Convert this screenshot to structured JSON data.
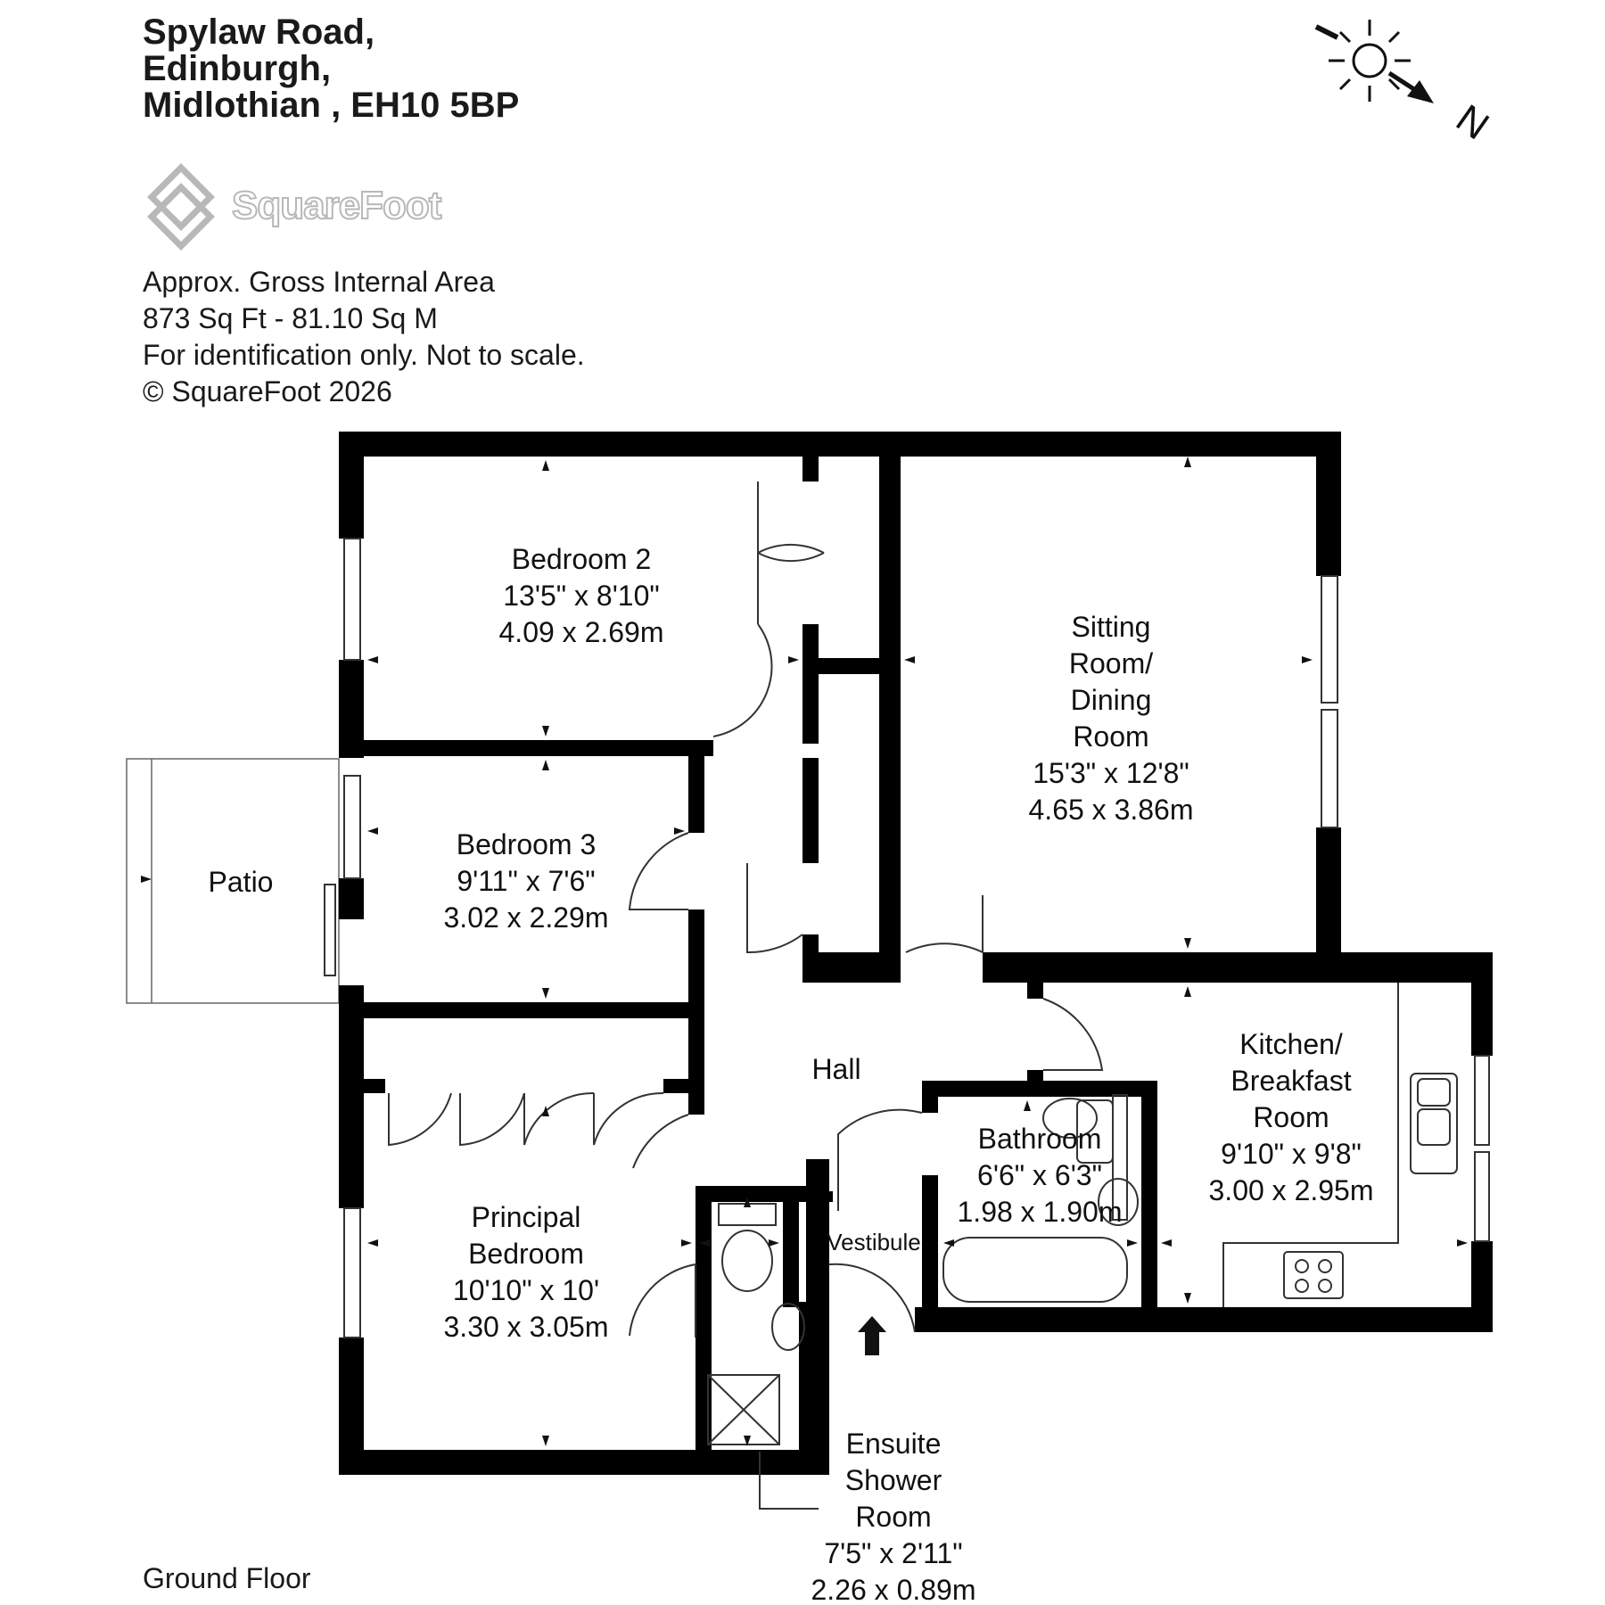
{
  "header": {
    "address_line1": "Spylaw Road,",
    "address_line2": "Edinburgh,",
    "address_line3": "Midlothian , EH10 5BP"
  },
  "brand": {
    "name": "SquareFoot"
  },
  "info": {
    "line1": "Approx. Gross Internal Area",
    "line2": "873 Sq Ft  -  81.10 Sq M",
    "line3": "For identification only. Not to scale.",
    "line4": "© SquareFoot 2026"
  },
  "compass": {
    "label": "N",
    "icon": "sun-north-arrow-icon"
  },
  "rooms": {
    "bedroom2": {
      "name": "Bedroom 2",
      "imperial": "13'5\" x 8'10\"",
      "metric": "4.09 x 2.69m"
    },
    "bedroom3": {
      "name": "Bedroom 3",
      "imperial": "9'11\" x 7'6\"",
      "metric": "3.02 x 2.29m"
    },
    "sitting": {
      "name1": "Sitting",
      "name2": "Room/",
      "name3": "Dining",
      "name4": "Room",
      "imperial": "15'3\" x 12'8\"",
      "metric": "4.65 x 3.86m"
    },
    "kitchen": {
      "name1": "Kitchen/",
      "name2": "Breakfast",
      "name3": "Room",
      "imperial": "9'10\" x 9'8\"",
      "metric": "3.00 x 2.95m"
    },
    "bathroom": {
      "name": "Bathroom",
      "imperial": "6'6\" x 6'3\"",
      "metric": "1.98 x 1.90m"
    },
    "principal": {
      "name1": "Principal",
      "name2": "Bedroom",
      "imperial": "10'10\" x 10'",
      "metric": "3.30 x 3.05m"
    },
    "ensuite": {
      "name1": "Ensuite",
      "name2": "Shower",
      "name3": "Room",
      "imperial": "7'5\" x 2'11\"",
      "metric": "2.26 x 0.89m"
    },
    "hall": {
      "name": "Hall"
    },
    "vestibule": {
      "name": "Vestibule"
    },
    "patio": {
      "name": "Patio"
    }
  },
  "floor": {
    "label": "Ground Floor"
  },
  "colors": {
    "wall": "#000000",
    "line": "#333333",
    "logo": "#b8b8b8"
  }
}
